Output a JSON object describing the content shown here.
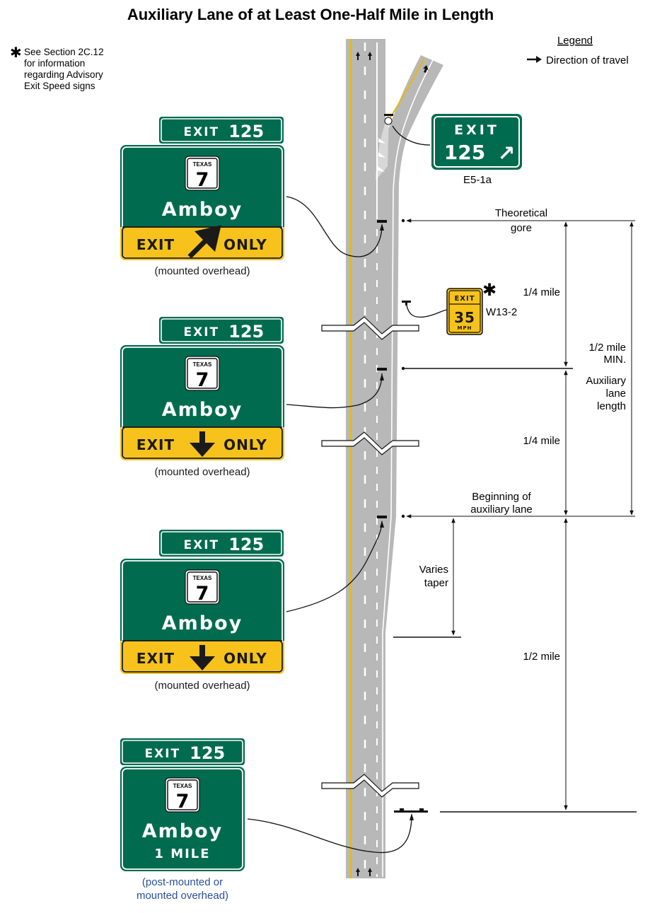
{
  "title": "Auxiliary Lane of at Least One-Half Mile in Length",
  "footnote": {
    "star": "✱",
    "lines": [
      "See Section 2C.12",
      "for information",
      "regarding Advisory",
      "Exit Speed signs"
    ]
  },
  "legend": {
    "title": "Legend",
    "direction_label": "Direction of travel"
  },
  "gore_sign": {
    "exit_word": "EXIT",
    "number": "125",
    "arrow": "↗",
    "code": "E5-1a"
  },
  "advisory_sign": {
    "exit_word": "EXIT",
    "speed": "35",
    "unit": "MPH",
    "code": "W13-2",
    "star": "✱"
  },
  "signs": [
    {
      "tab_exit": "EXIT",
      "tab_number": "125",
      "shield_state": "TEXAS",
      "shield_number": "7",
      "destination": "Amboy",
      "panel_left": "EXIT",
      "panel_right": "ONLY",
      "panel_arrow": "up-right",
      "caption": [
        "(mounted overhead)"
      ]
    },
    {
      "tab_exit": "EXIT",
      "tab_number": "125",
      "shield_state": "TEXAS",
      "shield_number": "7",
      "destination": "Amboy",
      "panel_left": "EXIT",
      "panel_right": "ONLY",
      "panel_arrow": "down",
      "caption": [
        "(mounted overhead)"
      ]
    },
    {
      "tab_exit": "EXIT",
      "tab_number": "125",
      "shield_state": "TEXAS",
      "shield_number": "7",
      "destination": "Amboy",
      "panel_left": "EXIT",
      "panel_right": "ONLY",
      "panel_arrow": "down",
      "caption": [
        "(mounted overhead)"
      ]
    },
    {
      "tab_exit": "EXIT",
      "tab_number": "125",
      "shield_state": "TEXAS",
      "shield_number": "7",
      "destination": "Amboy",
      "distance": "1 MILE",
      "caption": [
        "(post-mounted or",
        "mounted overhead)"
      ]
    }
  ],
  "labels": {
    "theoretical_gore": [
      "Theoretical",
      "gore"
    ],
    "quarter_mile_1": "1/4 mile",
    "quarter_mile_2": "1/4 mile",
    "half_mile_min": [
      "1/2 mile",
      "MIN."
    ],
    "aux_lane_length": [
      "Auxiliary",
      "lane",
      "length"
    ],
    "beginning_aux": [
      "Beginning of",
      "auxiliary lane"
    ],
    "varies_taper": [
      "Varies",
      "taper"
    ],
    "half_mile": "1/2 mile"
  },
  "colors": {
    "guide_green": "#006b4f",
    "exit_only_yellow": "#f6c21b",
    "road_gray": "#b8b8b8",
    "center_yellow": "#e8b90e",
    "caption_blue": "#2a4f9a"
  }
}
